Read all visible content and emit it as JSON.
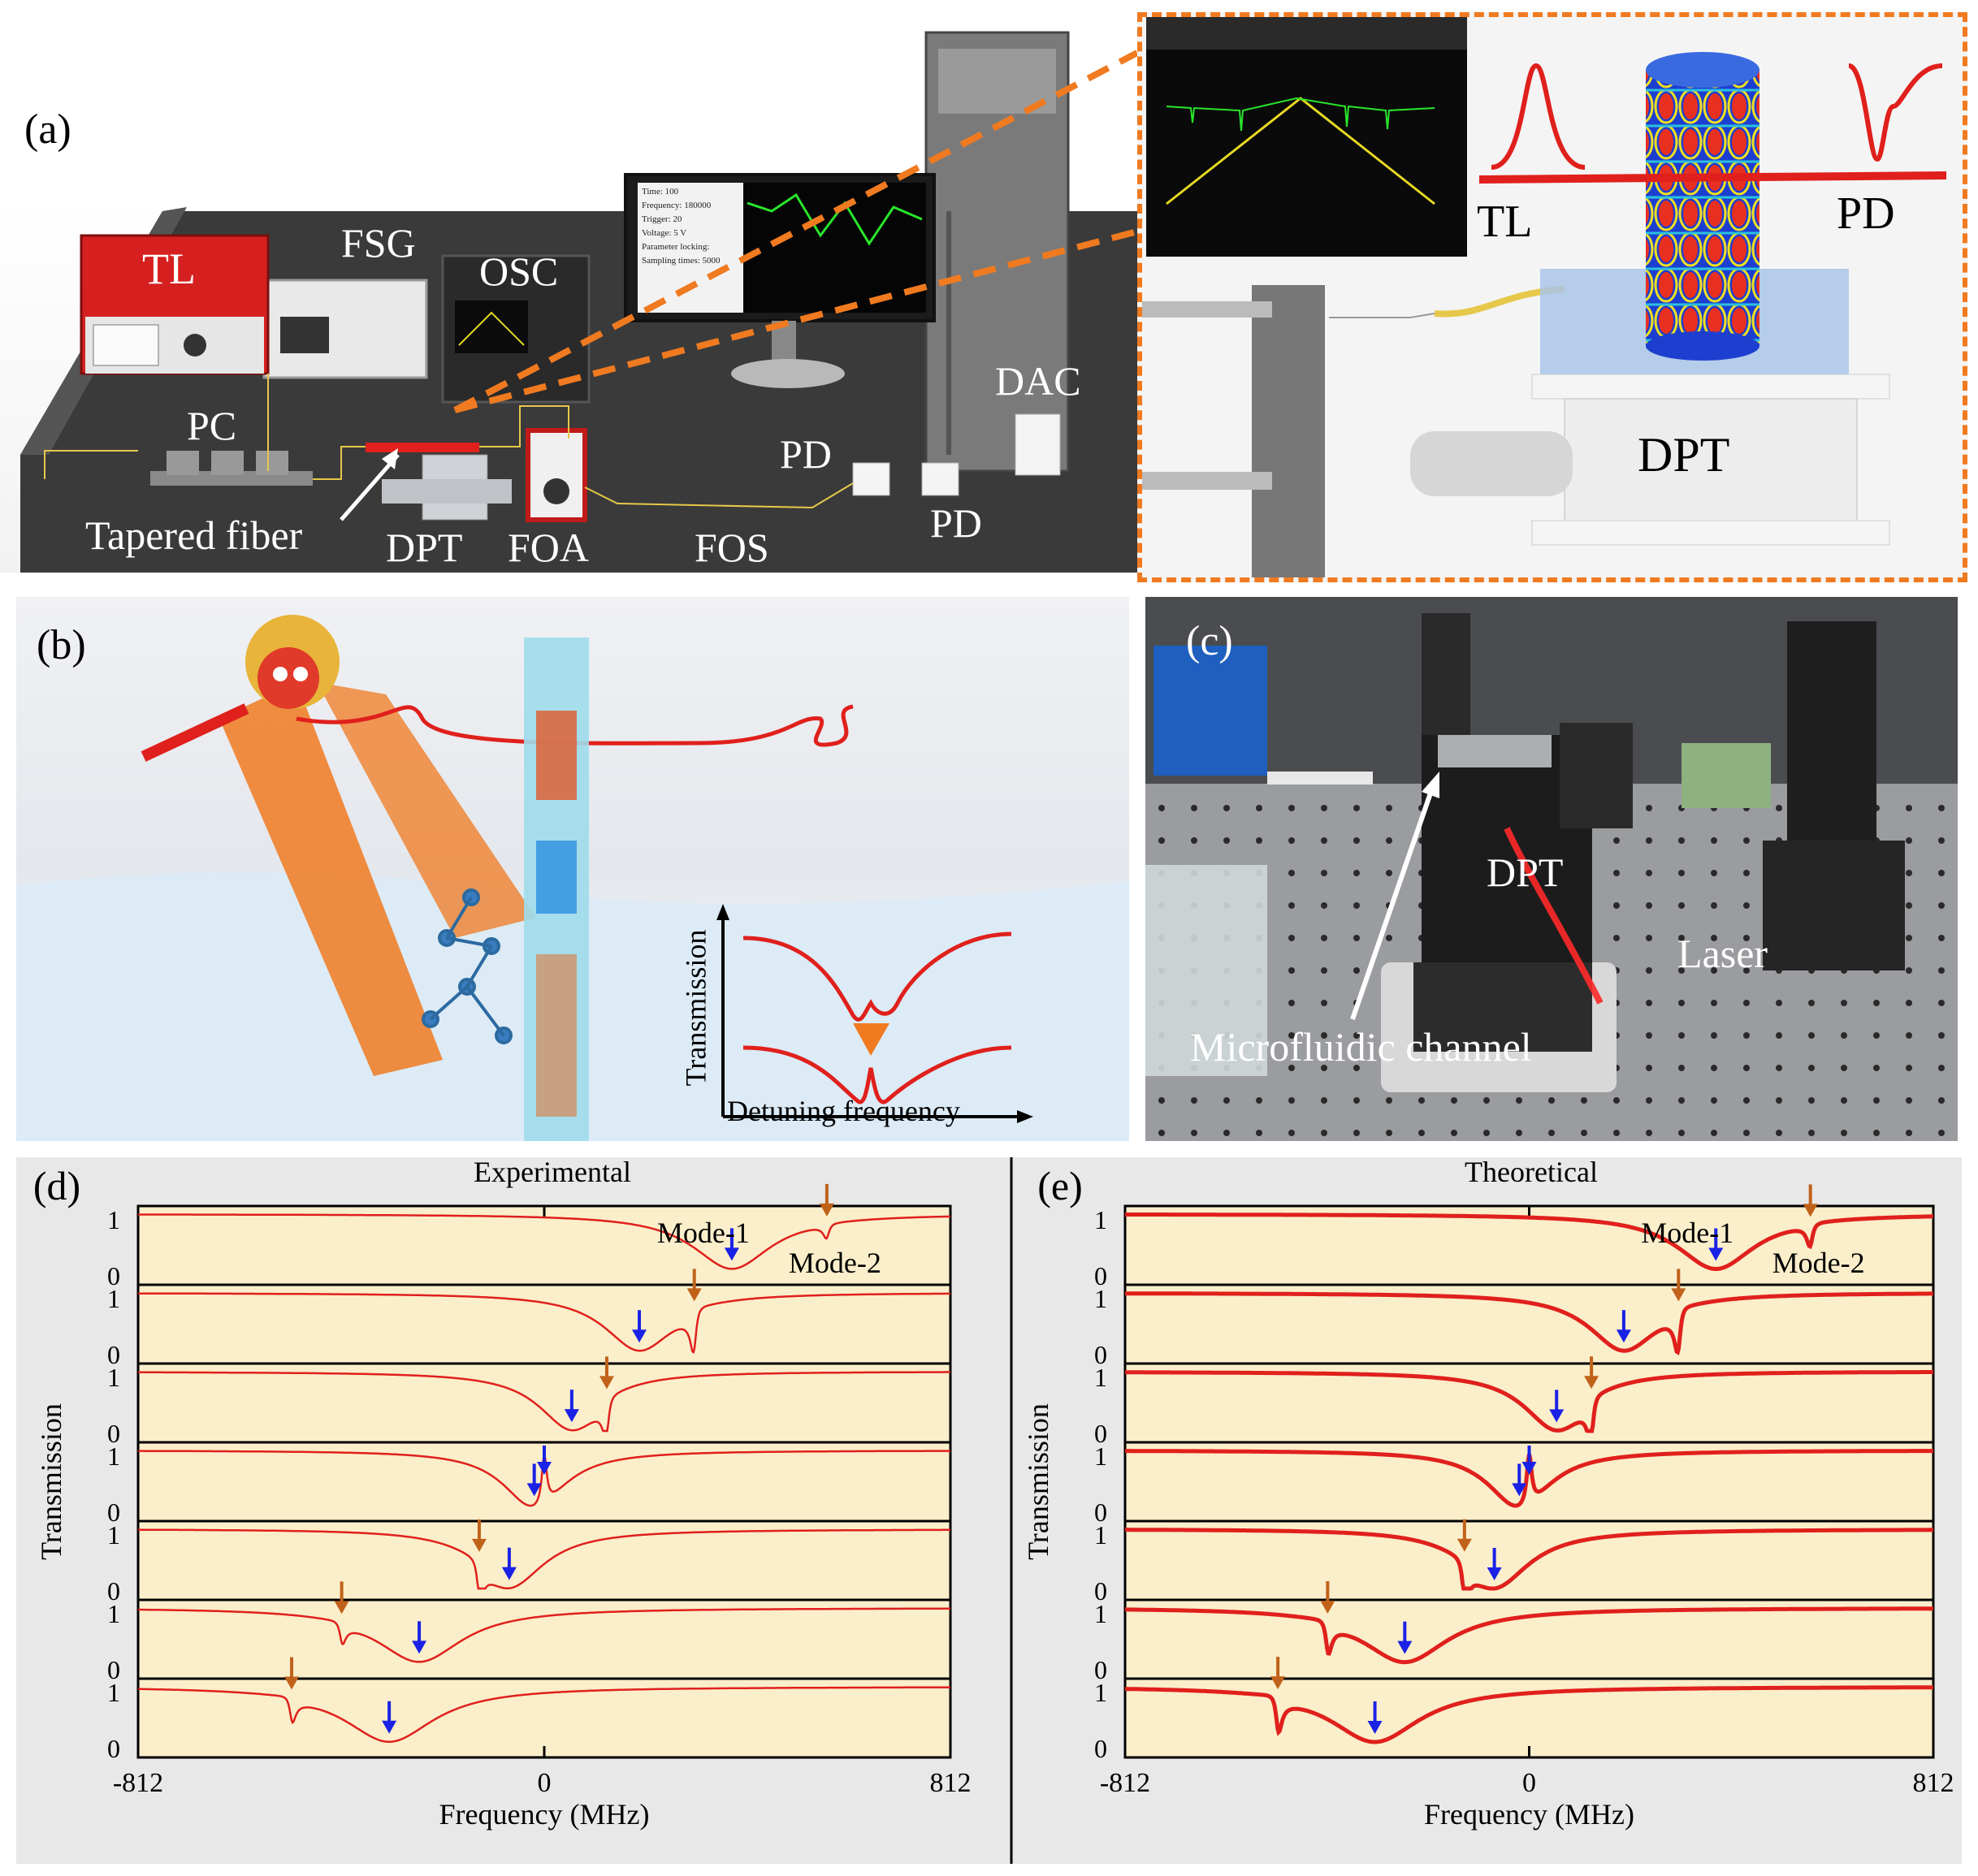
{
  "panel_a": {
    "label": "(a)",
    "devices": {
      "tl": "TL",
      "fsg": "FSG",
      "osc": "OSC",
      "pc": "PC",
      "tapered_fiber": "Tapered fiber",
      "dpt": "DPT",
      "foa": "FOA",
      "fos": "FOS",
      "pd1": "PD",
      "pd2": "PD",
      "dac": "DAC"
    },
    "monitor_lines": [
      "Time: 100",
      "Frequency: 180000",
      "Trigger: 20",
      "Voltage: 5 V",
      "Parameter locking:",
      "Sampling times: 5000"
    ],
    "inset": {
      "tl": "TL",
      "pd": "PD",
      "dpt": "DPT"
    }
  },
  "panel_b": {
    "label": "(b)",
    "ylabel": "Transmission",
    "xlabel": "Detuning frequency"
  },
  "panel_c": {
    "label": "(c)",
    "dpt": "DPT",
    "laser": "Laser",
    "channel": "Microfluidic channel"
  },
  "colors": {
    "curve": "#e0201c",
    "mode1_arrow": "#1a22e6",
    "mode2_arrow": "#c0621a",
    "plot_bg": "#fbeecb",
    "panel_bg": "#e8e8e8"
  },
  "chart_data": [
    {
      "type": "line",
      "panel": "(d)",
      "title": "Experimental",
      "xlabel": "Frequency (MHz)",
      "ylabel": "Transmission",
      "xlim": [
        -812,
        812
      ],
      "ylim": [
        0,
        1
      ],
      "x_ticks": [
        "-812",
        "0",
        "812"
      ],
      "y_ticks": [
        "0",
        "1"
      ],
      "annotations": [
        "Mode-1",
        "Mode-2"
      ],
      "series": [
        {
          "mode1_center": 375,
          "mode1_width": 190,
          "mode1_depth": 0.92,
          "mode2_center": 565,
          "mode2_width": 14,
          "mode2_depth": 0.22,
          "mode2_fano": 0.6
        },
        {
          "mode1_center": 190,
          "mode1_width": 170,
          "mode1_depth": 0.95,
          "mode2_center": 300,
          "mode2_width": 14,
          "mode2_depth": 0.6,
          "mode2_fano": 1.0
        },
        {
          "mode1_center": 55,
          "mode1_width": 160,
          "mode1_depth": 0.95,
          "mode2_center": 125,
          "mode2_width": 14,
          "mode2_depth": 0.55,
          "mode2_fano": 1.0
        },
        {
          "mode1_center": -20,
          "mode1_width": 150,
          "mode1_depth": 0.98,
          "mode2_center": 0,
          "mode2_width": 12,
          "mode2_depth": -0.85,
          "mode2_fano": 0.0
        },
        {
          "mode1_center": -70,
          "mode1_width": 170,
          "mode1_depth": 0.95,
          "mode2_center": -130,
          "mode2_width": 14,
          "mode2_depth": 0.55,
          "mode2_fano": -1.0
        },
        {
          "mode1_center": -250,
          "mode1_width": 210,
          "mode1_depth": 0.9,
          "mode2_center": -405,
          "mode2_width": 14,
          "mode2_depth": 0.3,
          "mode2_fano": -1.0
        },
        {
          "mode1_center": -310,
          "mode1_width": 220,
          "mode1_depth": 0.92,
          "mode2_center": -505,
          "mode2_width": 14,
          "mode2_depth": 0.35,
          "mode2_fano": -1.0
        }
      ]
    },
    {
      "type": "line",
      "panel": "(e)",
      "title": "Theoretical",
      "xlabel": "Frequency (MHz)",
      "ylabel": "Transmission",
      "xlim": [
        -812,
        812
      ],
      "ylim": [
        0,
        1
      ],
      "x_ticks": [
        "-812",
        "0",
        "812"
      ],
      "y_ticks": [
        "0",
        "1"
      ],
      "annotations": [
        "Mode-1",
        "Mode-2"
      ],
      "series": [
        {
          "mode1_center": 375,
          "mode1_width": 190,
          "mode1_depth": 0.92,
          "mode2_center": 565,
          "mode2_width": 14,
          "mode2_depth": 0.35,
          "mode2_fano": 0.6
        },
        {
          "mode1_center": 190,
          "mode1_width": 170,
          "mode1_depth": 0.95,
          "mode2_center": 300,
          "mode2_width": 14,
          "mode2_depth": 0.6,
          "mode2_fano": 1.0
        },
        {
          "mode1_center": 55,
          "mode1_width": 160,
          "mode1_depth": 0.95,
          "mode2_center": 125,
          "mode2_width": 14,
          "mode2_depth": 0.6,
          "mode2_fano": 1.0
        },
        {
          "mode1_center": -20,
          "mode1_width": 150,
          "mode1_depth": 0.98,
          "mode2_center": 0,
          "mode2_width": 12,
          "mode2_depth": -0.85,
          "mode2_fano": 0.0
        },
        {
          "mode1_center": -70,
          "mode1_width": 170,
          "mode1_depth": 0.95,
          "mode2_center": -130,
          "mode2_width": 14,
          "mode2_depth": 0.6,
          "mode2_fano": -1.0
        },
        {
          "mode1_center": -250,
          "mode1_width": 210,
          "mode1_depth": 0.9,
          "mode2_center": -405,
          "mode2_width": 14,
          "mode2_depth": 0.45,
          "mode2_fano": -1.0
        },
        {
          "mode1_center": -310,
          "mode1_width": 220,
          "mode1_depth": 0.92,
          "mode2_center": -505,
          "mode2_width": 14,
          "mode2_depth": 0.5,
          "mode2_fano": -1.0
        }
      ]
    }
  ]
}
